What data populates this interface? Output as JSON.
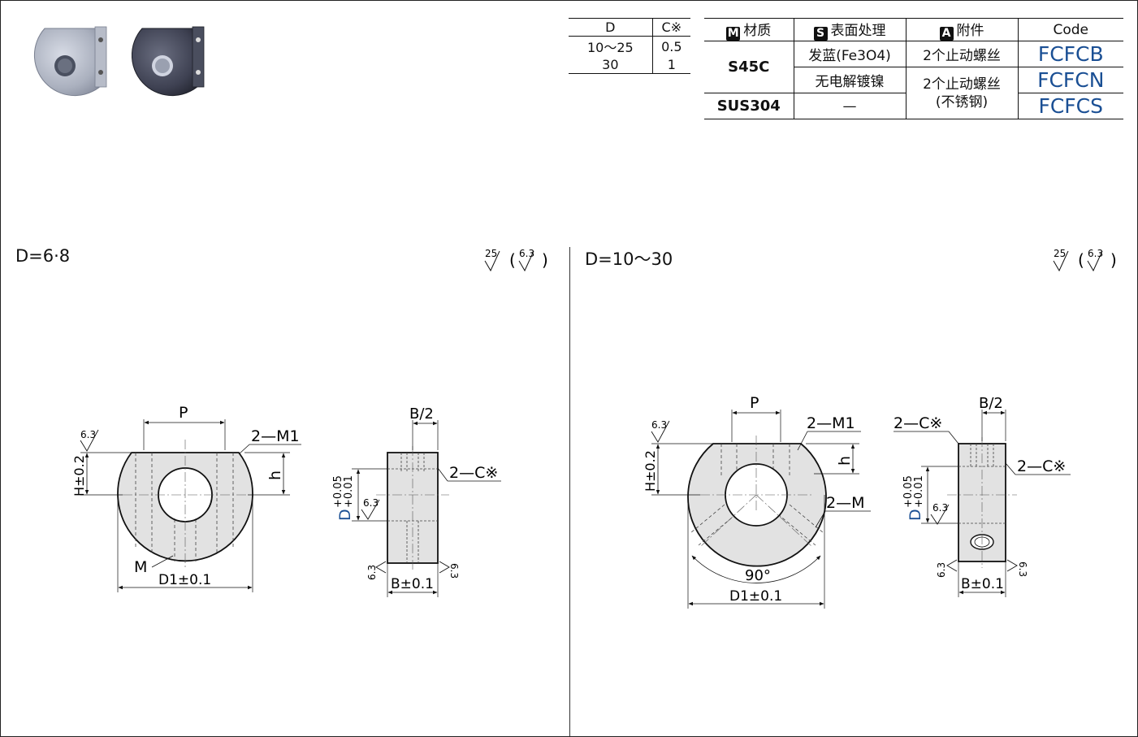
{
  "c_table": {
    "headers": [
      "D",
      "C※"
    ],
    "rows": [
      [
        "10～25",
        "0.5"
      ],
      [
        "30",
        "1"
      ]
    ]
  },
  "spec_table": {
    "headers": {
      "material": {
        "icon": "M",
        "label": "材质"
      },
      "surface": {
        "icon": "S",
        "label": "表面处理"
      },
      "accessory": {
        "icon": "A",
        "label": "附件"
      },
      "code": "Code"
    },
    "s45c": "S45C",
    "sus304": "SUS304",
    "surface_1": "发蓝(Fe3O4)",
    "surface_2": "无电解镀镍",
    "surface_3": "—",
    "accessory_1": "2个止动螺丝",
    "accessory_2": "2个止动螺丝",
    "accessory_2b": "(不锈钢)",
    "codes": [
      "FCFCB",
      "FCFCN",
      "FCFCS"
    ]
  },
  "colors": {
    "code": "#1a4f94",
    "tolerance": "#1a4f94"
  },
  "left": {
    "title": "D=6·8",
    "roughness": {
      "main": "25",
      "alt": "6.3"
    },
    "labels": {
      "P": "P",
      "M1": "2—M1",
      "h": "h",
      "H": "H±0.2",
      "r63": "6.3",
      "M": "M",
      "D1": "D1±0.1",
      "B2": "B/2",
      "C": "2—C※",
      "D": "D",
      "tol_up": "+0.05",
      "tol_low": "+0.01",
      "B": "B±0.1"
    }
  },
  "right": {
    "title": "D=10～30",
    "roughness": {
      "main": "25",
      "alt": "6.3"
    },
    "labels": {
      "P": "P",
      "M1": "2—M1",
      "h": "h",
      "H": "H±0.2",
      "r63": "6.3",
      "M": "2—M",
      "angle": "90°",
      "D1": "D1±0.1",
      "B2": "B/2",
      "C_top": "2—C※",
      "C": "2—C※",
      "D": "D",
      "tol_up": "+0.05",
      "tol_low": "+0.01",
      "B": "B±0.1"
    }
  },
  "icons": [
    "collar-photo-silver",
    "collar-photo-black",
    "surface-roughness-icon"
  ]
}
